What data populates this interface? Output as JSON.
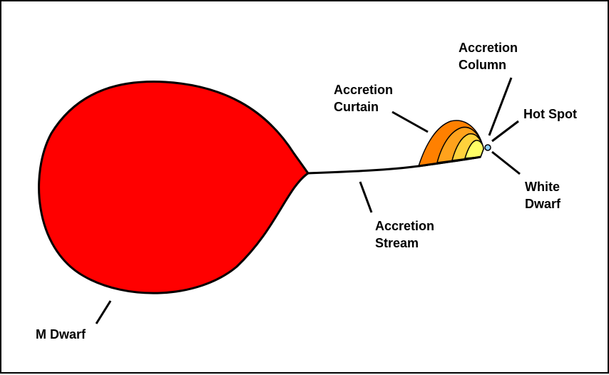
{
  "labels": {
    "accretion_column": [
      "Accretion",
      "Column"
    ],
    "accretion_curtain": [
      "Accretion",
      "Curtain"
    ],
    "hot_spot": [
      "Hot Spot"
    ],
    "white_dwarf": [
      "White",
      "Dwarf"
    ],
    "accretion_stream": [
      "Accretion",
      "Stream"
    ],
    "m_dwarf": [
      "M Dwarf"
    ]
  },
  "colors": {
    "m_dwarf_fill": "#ff0000",
    "curtain_outer": "#ff8000",
    "curtain_mid": "#ffa21c",
    "curtain_inner": "#ffd23c",
    "curtain_core": "#ffff66",
    "white_dwarf_fill": "#8fd0ff",
    "outline": "#000000"
  }
}
